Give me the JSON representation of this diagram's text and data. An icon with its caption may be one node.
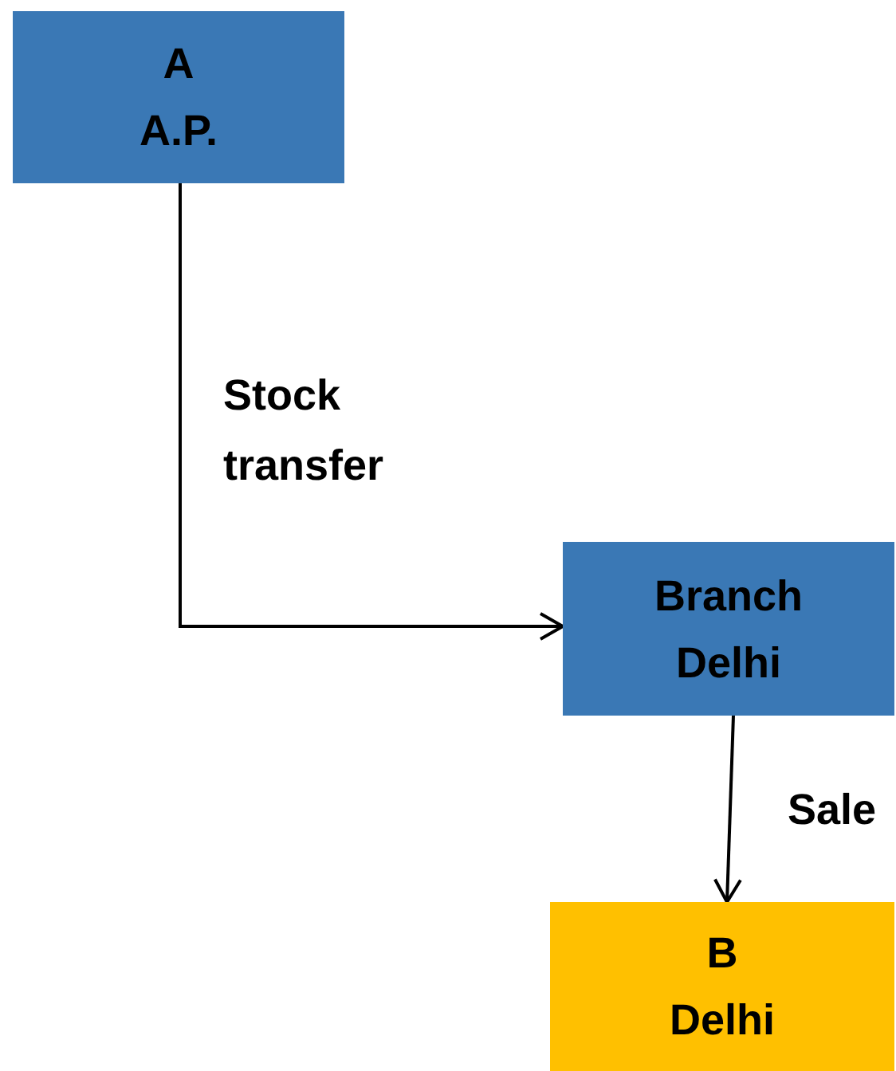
{
  "diagram": {
    "nodes": [
      {
        "text": [
          "A",
          "A.P."
        ]
      },
      {
        "text": [
          "Branch",
          "Delhi"
        ]
      },
      {
        "text": [
          "B",
          "Delhi"
        ]
      }
    ],
    "edges": [
      {
        "from": 0,
        "to": 1,
        "arrow": "to",
        "label": "Stock transfer"
      },
      {
        "from": 1,
        "to": 2,
        "arrow": "to",
        "label": "Sale"
      }
    ]
  }
}
